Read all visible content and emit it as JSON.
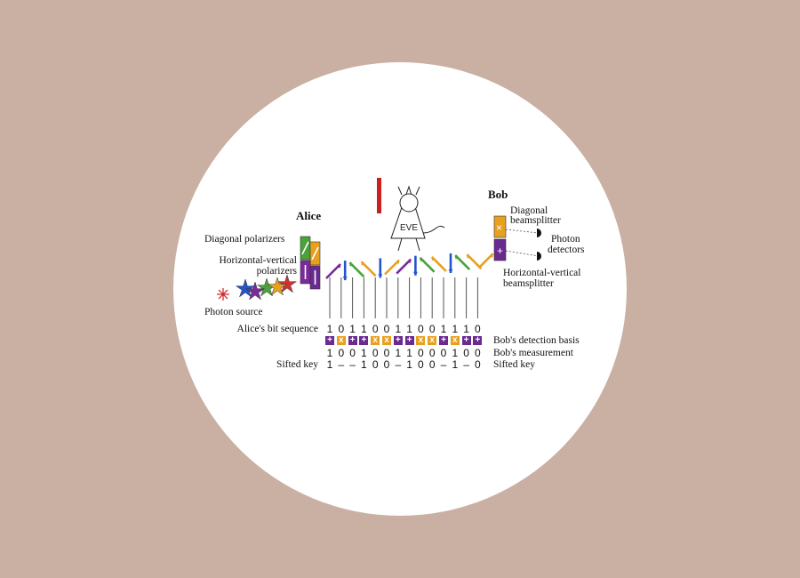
{
  "labels": {
    "alice": "Alice",
    "bob": "Bob",
    "eve": "EVE",
    "diagonal_polarizers": "Diagonal polarizers",
    "hv_polarizers_1": "Horizontal-vertical",
    "hv_polarizers_2": "polarizers",
    "photon_source": "Photon source",
    "diagonal_beamsplitter_1": "Diagonal",
    "diagonal_beamsplitter_2": "beamsplitter",
    "photon_detectors_1": "Photon",
    "photon_detectors_2": "detectors",
    "hv_beamsplitter_1": "Horizontal-vertical",
    "hv_beamsplitter_2": "beamsplitter",
    "alice_bits_label": "Alice's bit sequence",
    "bob_basis_label": "Bob's detection basis",
    "bob_measure_label": "Bob's measurement",
    "sifted_left_label": "Sifted key",
    "sifted_right_label": "Sifted key"
  },
  "alice_bits": [
    "1",
    "0",
    "1",
    "1",
    "0",
    "0",
    "1",
    "1",
    "0",
    "0",
    "1",
    "1",
    "1",
    "0"
  ],
  "bob_basis": [
    "+",
    "x",
    "+",
    "+",
    "x",
    "x",
    "+",
    "+",
    "x",
    "x",
    "+",
    "x",
    "+",
    "+"
  ],
  "bob_measurement": [
    "1",
    "0",
    "0",
    "1",
    "0",
    "0",
    "1",
    "1",
    "0",
    "0",
    "0",
    "1",
    "0",
    "0"
  ],
  "sifted_key": [
    "1",
    "–",
    "–",
    "1",
    "0",
    "0",
    "–",
    "1",
    "0",
    "0",
    "–",
    "1",
    "–",
    "0"
  ],
  "photon_polarizations": [
    "diag-right",
    "vertical",
    "diag-left",
    "diag-left",
    "vertical",
    "diag-right",
    "diag-right",
    "vertical",
    "diag-left",
    "diag-left",
    "vertical",
    "diag-left",
    "diag-left",
    "diag-right"
  ],
  "colors": {
    "background": "#c9b0a2",
    "diagonal": "#e8a020",
    "hv": "#6a2a90",
    "vertical": "#2255cc",
    "diag_green": "#4aa33a",
    "diag_purple": "#7a2a9a",
    "eve_sword": "#cc2020"
  }
}
